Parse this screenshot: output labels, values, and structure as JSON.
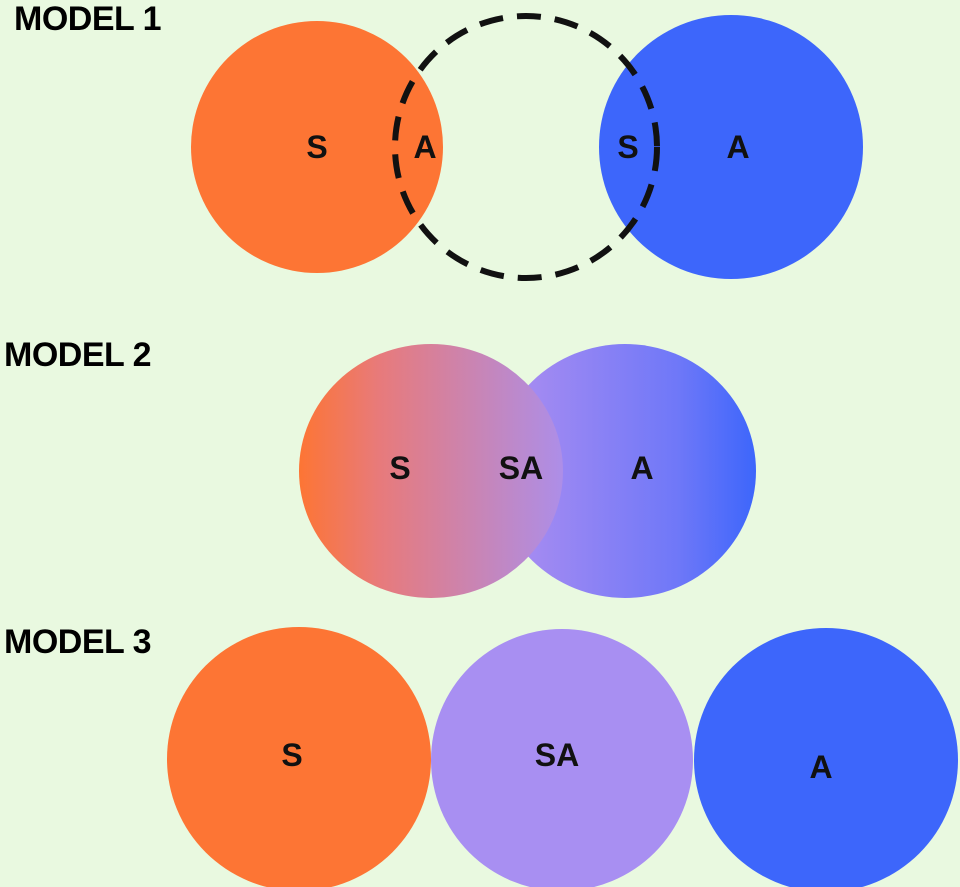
{
  "colors": {
    "background": "#e9f9e0",
    "orange": "#fd7534",
    "blue": "#3d66fb",
    "lavender": "#a88ff2",
    "dashed_outline": "#111111"
  },
  "models": [
    {
      "title": "MODEL 1",
      "labels": {
        "left_s": "S",
        "left_a": "A",
        "right_s": "S",
        "right_a": "A"
      }
    },
    {
      "title": "MODEL 2",
      "labels": {
        "s": "S",
        "sa": "SA",
        "a": "A"
      }
    },
    {
      "title": "MODEL 3",
      "labels": {
        "s": "S",
        "sa": "SA",
        "a": "A"
      }
    }
  ]
}
